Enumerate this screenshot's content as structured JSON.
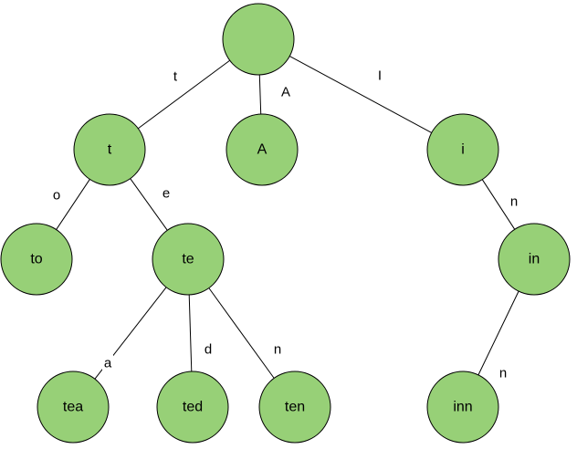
{
  "diagram": {
    "node_fill": "#97d077",
    "node_stroke": "#000000",
    "edge_color": "#000000",
    "nodes": [
      {
        "id": "root",
        "label": ""
      },
      {
        "id": "t",
        "label": "t"
      },
      {
        "id": "A",
        "label": "A"
      },
      {
        "id": "i",
        "label": "i"
      },
      {
        "id": "to",
        "label": "to"
      },
      {
        "id": "te",
        "label": "te"
      },
      {
        "id": "in",
        "label": "in"
      },
      {
        "id": "tea",
        "label": "tea"
      },
      {
        "id": "ted",
        "label": "ted"
      },
      {
        "id": "ten",
        "label": "ten"
      },
      {
        "id": "inn",
        "label": "inn"
      }
    ],
    "edges": [
      {
        "from": "root",
        "to": "t",
        "label": "t"
      },
      {
        "from": "root",
        "to": "A",
        "label": "A"
      },
      {
        "from": "root",
        "to": "i",
        "label": "I"
      },
      {
        "from": "t",
        "to": "to",
        "label": "o"
      },
      {
        "from": "t",
        "to": "te",
        "label": "e"
      },
      {
        "from": "te",
        "to": "tea",
        "label": "a"
      },
      {
        "from": "te",
        "to": "ted",
        "label": "d"
      },
      {
        "from": "te",
        "to": "ten",
        "label": "n"
      },
      {
        "from": "i",
        "to": "in",
        "label": "n"
      },
      {
        "from": "in",
        "to": "inn",
        "label": "n"
      }
    ]
  }
}
